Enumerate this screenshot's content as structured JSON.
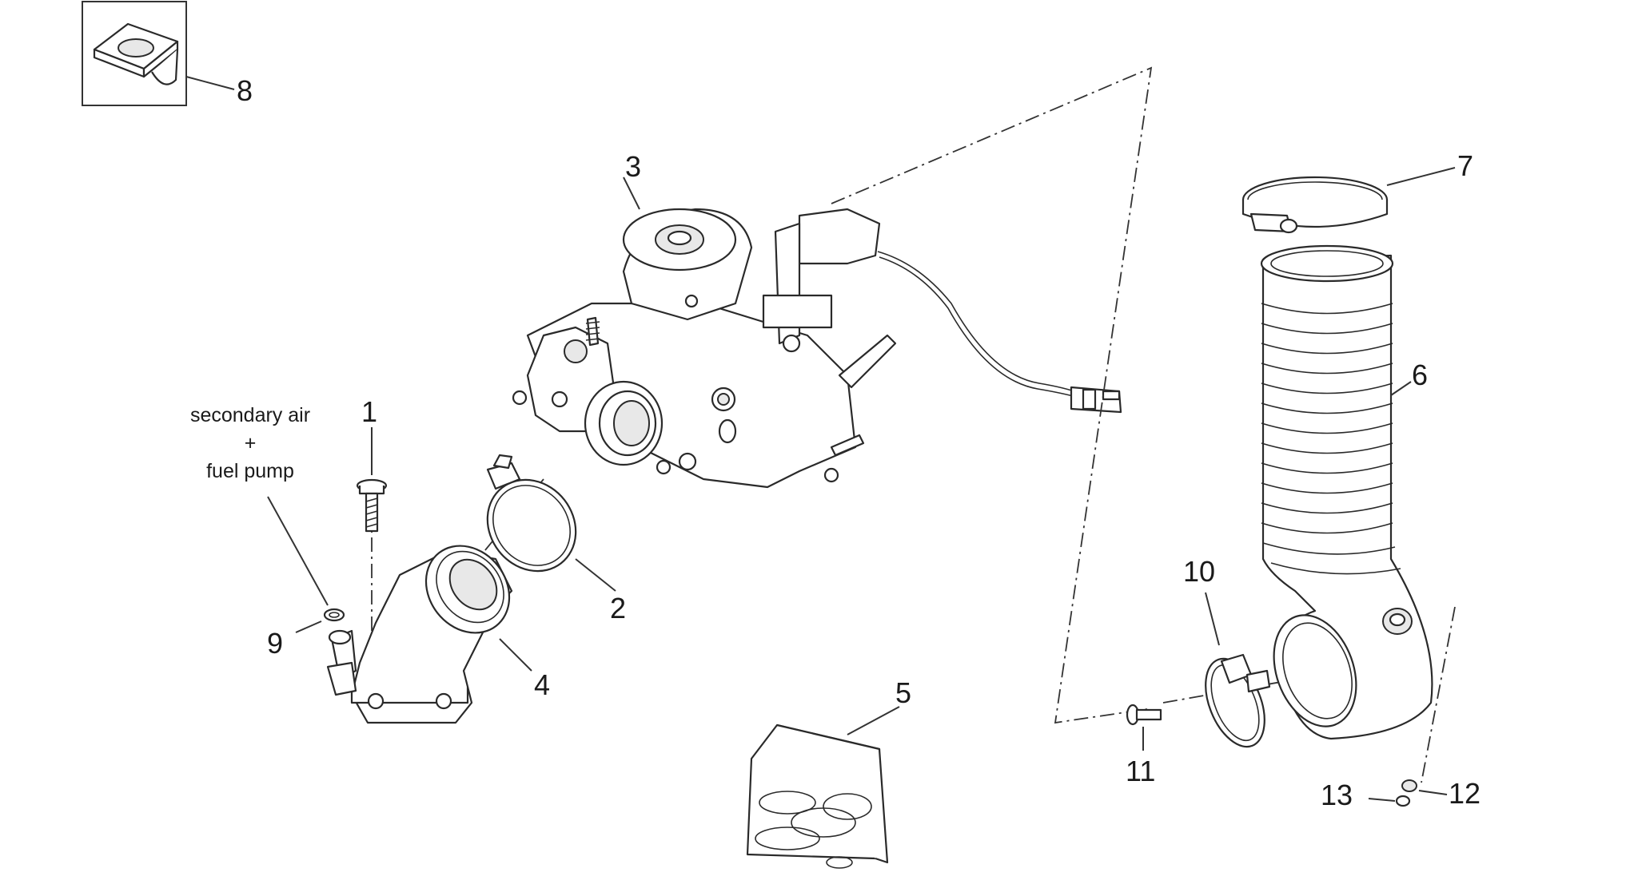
{
  "callouts": [
    {
      "id": "1",
      "label": "1"
    },
    {
      "id": "2",
      "label": "2"
    },
    {
      "id": "3",
      "label": "3"
    },
    {
      "id": "4",
      "label": "4"
    },
    {
      "id": "5",
      "label": "5"
    },
    {
      "id": "6",
      "label": "6"
    },
    {
      "id": "7",
      "label": "7"
    },
    {
      "id": "8",
      "label": "8"
    },
    {
      "id": "9",
      "label": "9"
    },
    {
      "id": "10",
      "label": "10"
    },
    {
      "id": "11",
      "label": "11"
    },
    {
      "id": "12",
      "label": "12"
    },
    {
      "id": "13",
      "label": "13"
    }
  ],
  "note": {
    "line1": "secondary air",
    "line2": "+",
    "line3": "fuel pump"
  }
}
